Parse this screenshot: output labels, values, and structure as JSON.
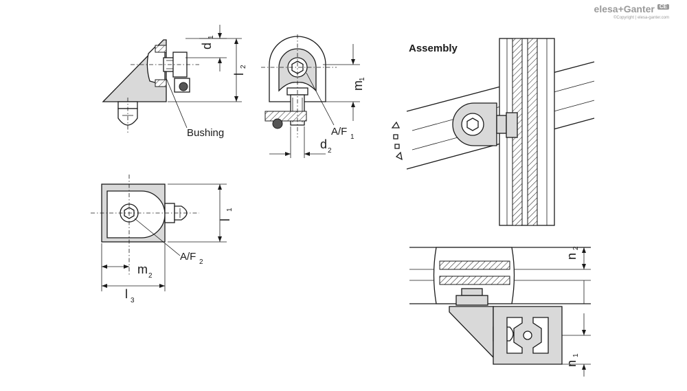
{
  "brand": {
    "name": "elesa+Ganter",
    "tag": "CE",
    "copyright": "©Copyright | elesa-ganter.com"
  },
  "labels": {
    "d1": "d",
    "d1_sub": "1",
    "l2": "l",
    "l2_sub": "2",
    "bushing": "Bushing",
    "m1": "m",
    "m1_sub": "1",
    "af1": "A/F",
    "af1_sub": "1",
    "d2": "d",
    "d2_sub": "2",
    "l1": "l",
    "l1_sub": "1",
    "af2": "A/F",
    "af2_sub": "2",
    "m2": "m",
    "m2_sub": "2",
    "l3": "l",
    "l3_sub": "3",
    "assembly": "Assembly",
    "n2": "n",
    "n2_sub": "2",
    "n1": "n",
    "n1_sub": "1"
  },
  "colors": {
    "line": "#1a1a1a",
    "part_fill": "#d9d9d9",
    "dark_fill": "#555555",
    "brand": "#9a9a9a"
  }
}
